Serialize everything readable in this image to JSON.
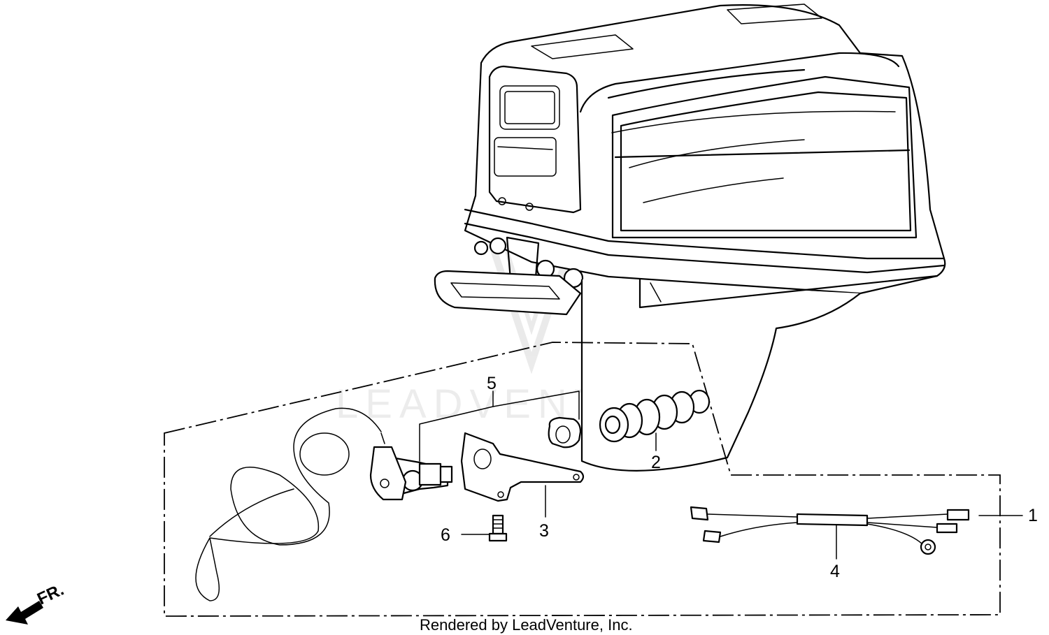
{
  "callouts": {
    "c1": "1",
    "c2": "2",
    "c3": "3",
    "c4": "4",
    "c5": "5",
    "c6": "6"
  },
  "front_marker": "FR.",
  "watermark": "LEADVENTURE",
  "footer": "Rendered by LeadVenture, Inc."
}
